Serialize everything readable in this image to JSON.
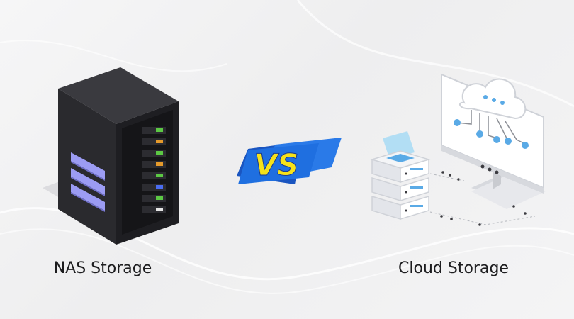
{
  "labels": {
    "left": "NAS Storage",
    "right": "Cloud Storage",
    "versus": "VS"
  },
  "colors": {
    "background": "#f3f3f4",
    "server_body": "#2b2b2f",
    "server_dark": "#1b1b1f",
    "vent_blue": "#9c9cf3",
    "vs_blue": "#1f6fe0",
    "vs_yellow": "#f6e21a",
    "cloud_blue": "#5aaae6",
    "accent_led_green": "#5cc844",
    "accent_led_orange": "#e59a2b",
    "accent_led_blue": "#4a6cf0"
  },
  "icons": {
    "left": "nas-server-icon",
    "center": "versus-badge-icon",
    "right": "cloud-monitor-servers-icon"
  }
}
